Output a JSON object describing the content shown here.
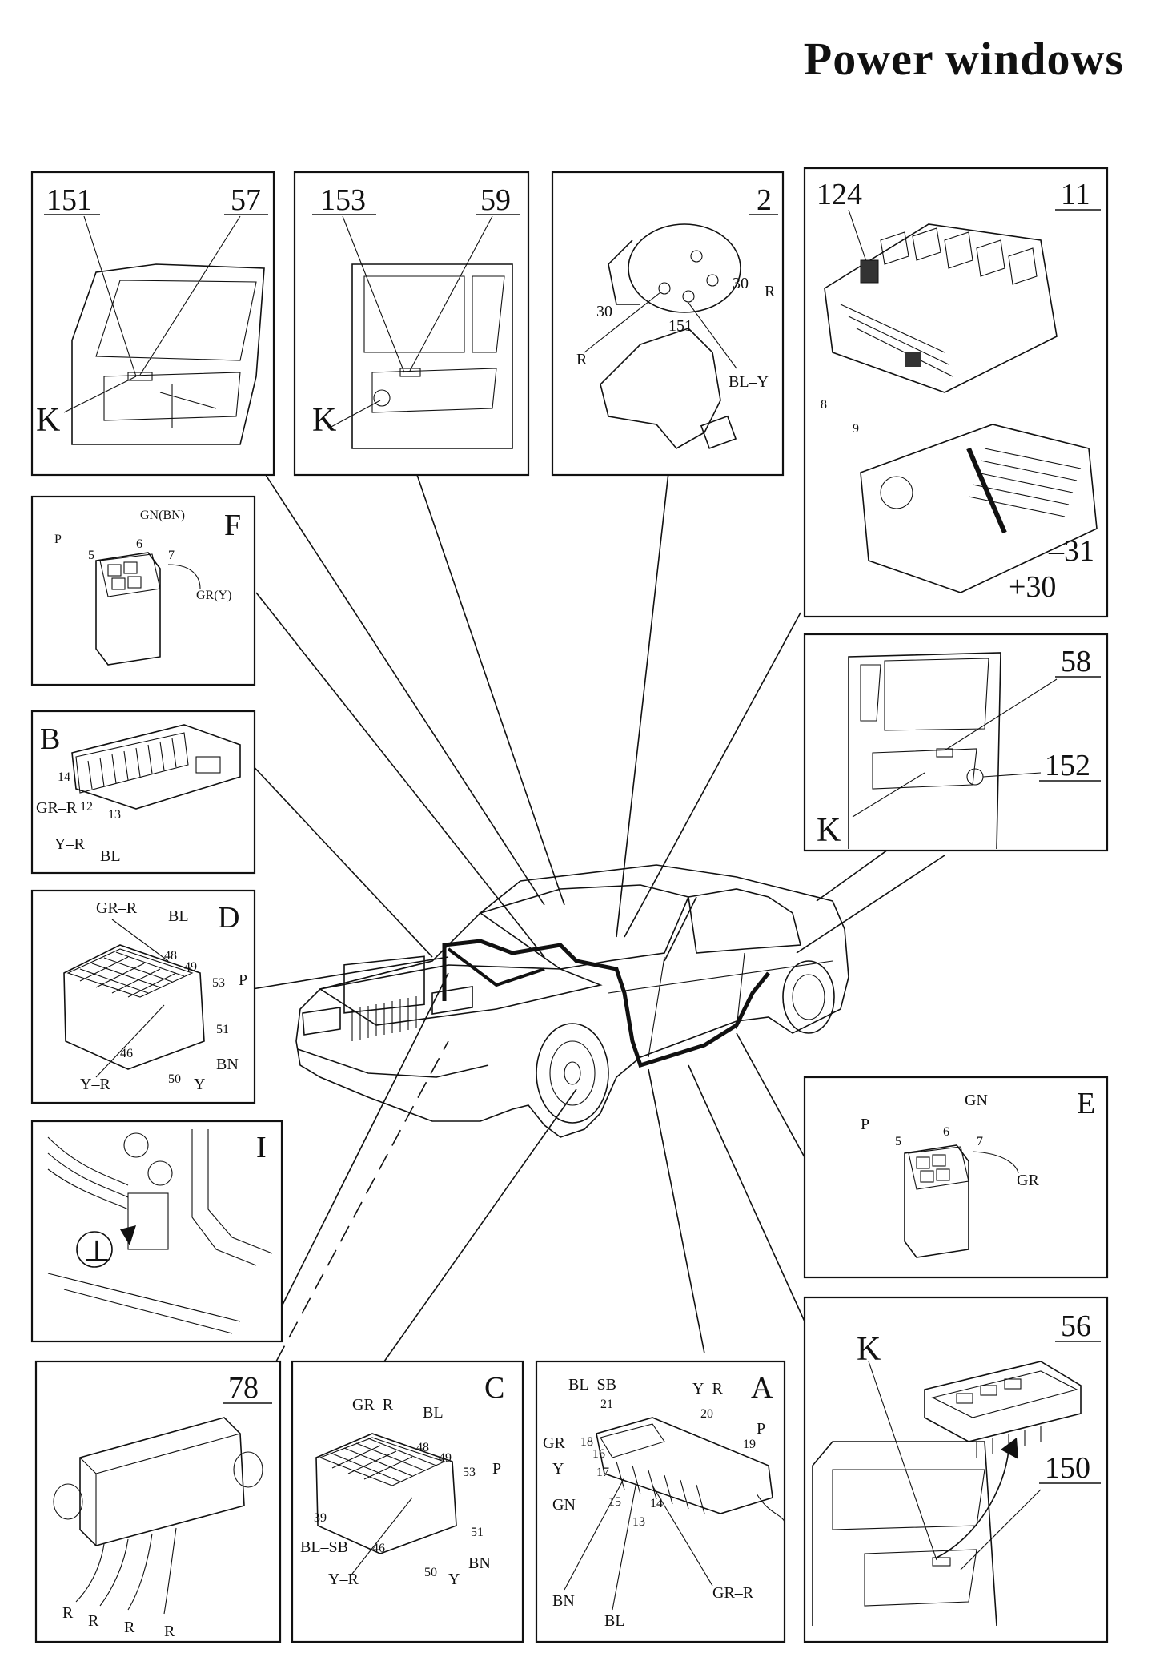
{
  "title": "Power windows",
  "panels": {
    "p151_57": {
      "left_num": "151",
      "right_num": "57",
      "k": "K"
    },
    "p153_59": {
      "left_num": "153",
      "right_num": "59",
      "k": "K"
    },
    "p2": {
      "num": "2",
      "labels": [
        "30",
        "R",
        "151",
        "30",
        "R",
        "BL–Y"
      ]
    },
    "p124_11": {
      "left_num": "124",
      "right_num": "11",
      "labels": [
        "8",
        "9",
        "–31",
        "+30"
      ]
    },
    "pF": {
      "letter": "F",
      "labels": [
        "GN(BN)",
        "P",
        "5",
        "6",
        "7",
        "GR(Y)"
      ]
    },
    "p58_152": {
      "top_num": "58",
      "mid_num": "152",
      "k": "K"
    },
    "pB": {
      "letter": "B",
      "labels": [
        "14",
        "GR–R",
        "12",
        "13",
        "Y–R",
        "BL"
      ]
    },
    "pD": {
      "letter": "D",
      "labels": [
        "GR–R",
        "BL",
        "48",
        "49",
        "53",
        "P",
        "51",
        "46",
        "BN",
        "Y–R",
        "50",
        "Y"
      ]
    },
    "pE": {
      "letter": "E",
      "labels": [
        "GN",
        "P",
        "5",
        "6",
        "7",
        "GR"
      ]
    },
    "pI": {
      "letter": "I",
      "ground_symbol": "⊥"
    },
    "p56_150": {
      "top_num": "56",
      "mid_num": "150",
      "k": "K"
    },
    "p78": {
      "num": "78",
      "labels": [
        "R",
        "R",
        "R",
        "R"
      ]
    },
    "pC": {
      "letter": "C",
      "labels": [
        "GR–R",
        "BL",
        "48",
        "49",
        "P",
        "53",
        "39",
        "BL–SB",
        "51",
        "46",
        "BN",
        "Y–R",
        "50",
        "Y"
      ]
    },
    "pA": {
      "letter": "A",
      "labels": [
        "BL–SB",
        "Y–R",
        "21",
        "20",
        "P",
        "GR",
        "18",
        "16",
        "19",
        "Y",
        "17",
        "GN",
        "15",
        "14",
        "13",
        "BN",
        "BL",
        "GR–R"
      ]
    }
  },
  "colors": {
    "ink": "#111111",
    "paper": "#ffffff"
  }
}
